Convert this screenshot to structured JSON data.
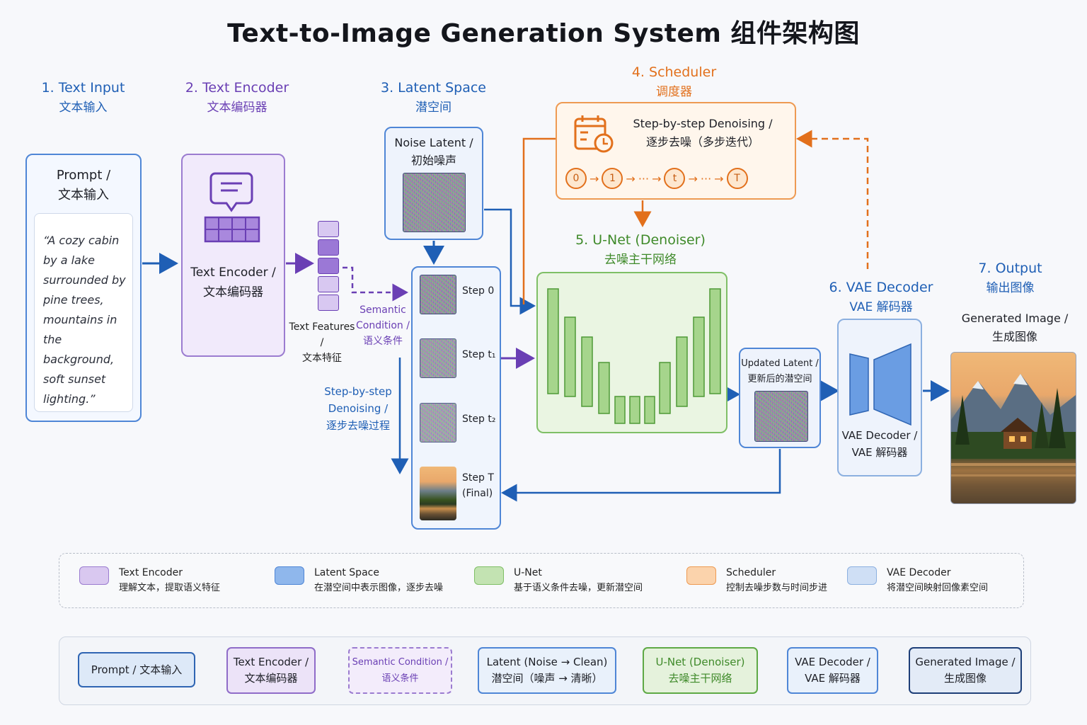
{
  "title": "Text-to-Image Generation System 组件架构图",
  "sections": {
    "s1": {
      "en": "1. Text Input",
      "zh": "文本输入"
    },
    "s2": {
      "en": "2. Text Encoder",
      "zh": "文本编码器"
    },
    "s3": {
      "en": "3. Latent Space",
      "zh": "潜空间"
    },
    "s4": {
      "en": "4. Scheduler",
      "zh": "调度器"
    },
    "s5": {
      "en": "5. U-Net (Denoiser)",
      "zh": "去噪主干网络"
    },
    "s6": {
      "en": "6. VAE Decoder",
      "zh": "VAE 解码器"
    },
    "s7": {
      "en": "7. Output",
      "zh": "输出图像"
    }
  },
  "prompt_box": {
    "title_en": "Prompt /",
    "title_zh": "文本输入",
    "lines": [
      "“A cozy cabin",
      "by a lake",
      "surrounded by",
      "pine trees,",
      "mountains in",
      "the background,",
      "soft sunset",
      "lighting.”"
    ]
  },
  "encoder_box": {
    "en": "Text Encoder /",
    "zh": "文本编码器"
  },
  "text_features": {
    "en": "Text Features /",
    "zh": "文本特征"
  },
  "semantic": {
    "en1": "Semantic",
    "en2": "Condition /",
    "zh": "语义条件"
  },
  "noise_latent": {
    "en": "Noise Latent /",
    "zh": "初始噪声"
  },
  "steps": [
    {
      "label": "Step 0"
    },
    {
      "label": "Step t₁"
    },
    {
      "label": "Step t₂"
    },
    {
      "label": "Step T",
      "sub": "(Final)"
    }
  ],
  "stepwise": {
    "l1": "Step-by-step",
    "l2": "Denoising /",
    "zh": "逐步去噪过程"
  },
  "scheduler_box": {
    "en": "Step-by-step Denoising /",
    "zh": "逐步去噪（多步迭代）",
    "seq": [
      "0",
      "1",
      "t",
      "T"
    ],
    "ellipsis": "···"
  },
  "updated_latent": {
    "en": "Updated Latent /",
    "zh": "更新后的潜空间"
  },
  "vae_box": {
    "en": "VAE Decoder /",
    "zh": "VAE 解码器"
  },
  "output": {
    "en": "Generated Image /",
    "zh": "生成图像"
  },
  "legend": [
    {
      "name": "Text Encoder",
      "desc": "理解文本，提取语义特征",
      "color": "#d9c8f0",
      "border": "#9b7cd0"
    },
    {
      "name": "Latent Space",
      "desc": "在潜空间中表示图像，逐步去噪",
      "color": "#8fb7ec",
      "border": "#4f86d6"
    },
    {
      "name": "U-Net",
      "desc": "基于语义条件去噪，更新潜空间",
      "color": "#c3e3b2",
      "border": "#7fbf66"
    },
    {
      "name": "Scheduler",
      "desc": "控制去噪步数与时间步进",
      "color": "#fbd3ac",
      "border": "#ee9a52"
    },
    {
      "name": "VAE Decoder",
      "desc": "将潜空间映射回像素空间",
      "color": "#cfdff5",
      "border": "#8cb0e0"
    }
  ],
  "flow": [
    {
      "l1": "Prompt / 文本输入",
      "l2": ""
    },
    {
      "l1": "Text Encoder /",
      "l2": "文本编码器"
    },
    {
      "l1": "Semantic Condition /",
      "l2": "语义条件"
    },
    {
      "l1": "Latent (Noise → Clean)",
      "l2": "潜空间（噪声 → 清晰）"
    },
    {
      "l1": "U-Net (Denoiser)",
      "l2": "去噪主干网络"
    },
    {
      "l1": "VAE Decoder /",
      "l2": "VAE 解码器"
    },
    {
      "l1": "Generated Image /",
      "l2": "生成图像"
    }
  ],
  "colors": {
    "blue": "#1f5fb5",
    "purple": "#6a3fb4",
    "orange": "#e2701c",
    "green": "#3f8a2a"
  }
}
